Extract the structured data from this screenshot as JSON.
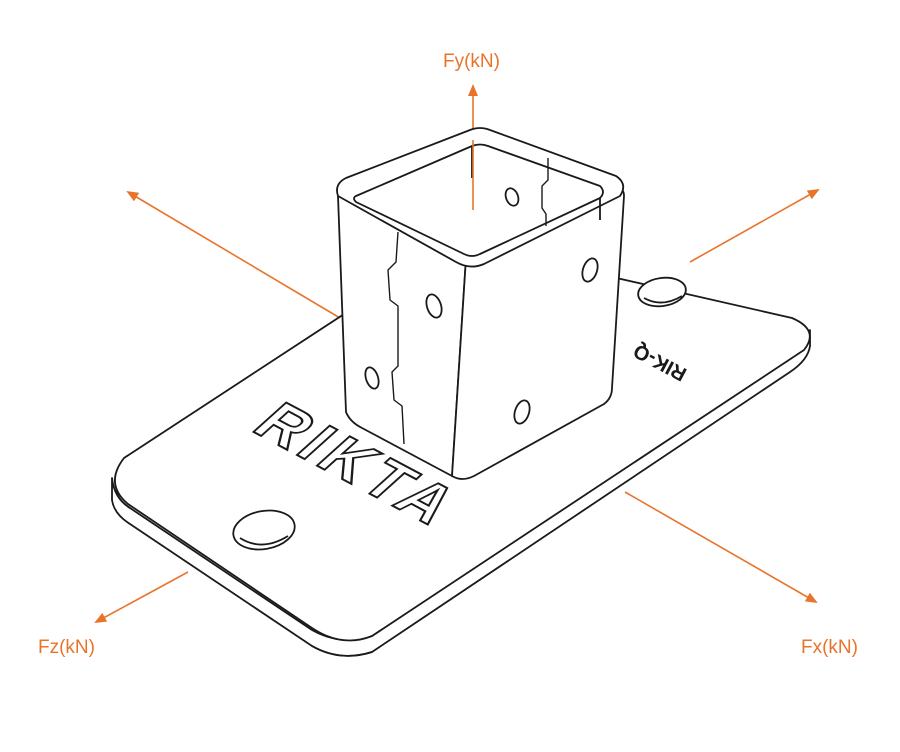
{
  "brand": "RIKTA",
  "part_code": "RIK-Q",
  "accent_color": "#e8742c",
  "line_color": "#1a1a1a",
  "axes": {
    "fy_label": "Fy(kN)",
    "fx_label": "Fx(kN)",
    "fz_label": "Fz(kN)"
  }
}
